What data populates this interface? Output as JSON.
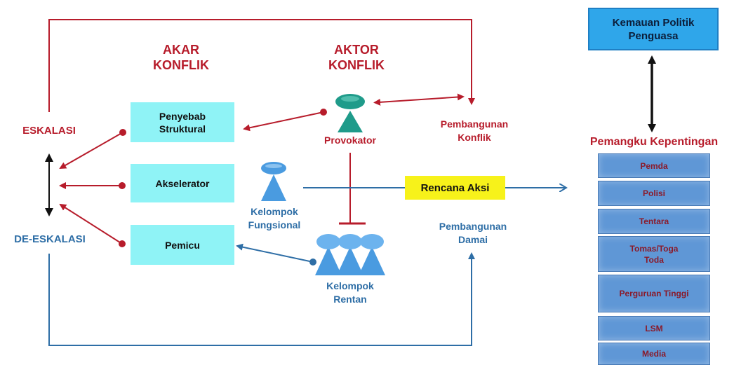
{
  "headers": {
    "akar": "AKAR\nKONFLIK",
    "aktor": "AKTOR\nKONFLIK"
  },
  "escalation": {
    "eskalasi": "ESKALASI",
    "de_eskalasi": "DE-ESKALASI"
  },
  "root_boxes": {
    "penyebab": "Penyebab\nStruktural",
    "akselerator": "Akselerator",
    "pemicu": "Pemicu"
  },
  "actors": {
    "provokator": "Provokator",
    "kelompok_fungsional": "Kelompok\nFungsional",
    "kelompok_rentan": "Kelompok\nRentan"
  },
  "outcomes": {
    "pembangunan_konflik": "Pembangunan\nKonflik",
    "pembangunan_damai": "Pembangunan\nDamai",
    "rencana_aksi": "Rencana Aksi"
  },
  "right_panel": {
    "kemauan": "Kemauan Politik\nPenguasa",
    "pemangku": "Pemangku Kepentingan",
    "stakeholders": [
      "Pemda",
      "Polisi",
      "Tentara",
      "Tomas/Toga\nToda",
      "Perguruan Tinggi",
      "LSM",
      "Media"
    ]
  },
  "colors": {
    "red": "#b71c2b",
    "blue": "#2e6ea6",
    "cyan_box": "#8ff3f6",
    "yellow_box": "#f7f21a",
    "stakeholder_box": "#5f97d6",
    "figure_teal": "#1f9b8a",
    "figure_blue": "#4a9be0"
  }
}
